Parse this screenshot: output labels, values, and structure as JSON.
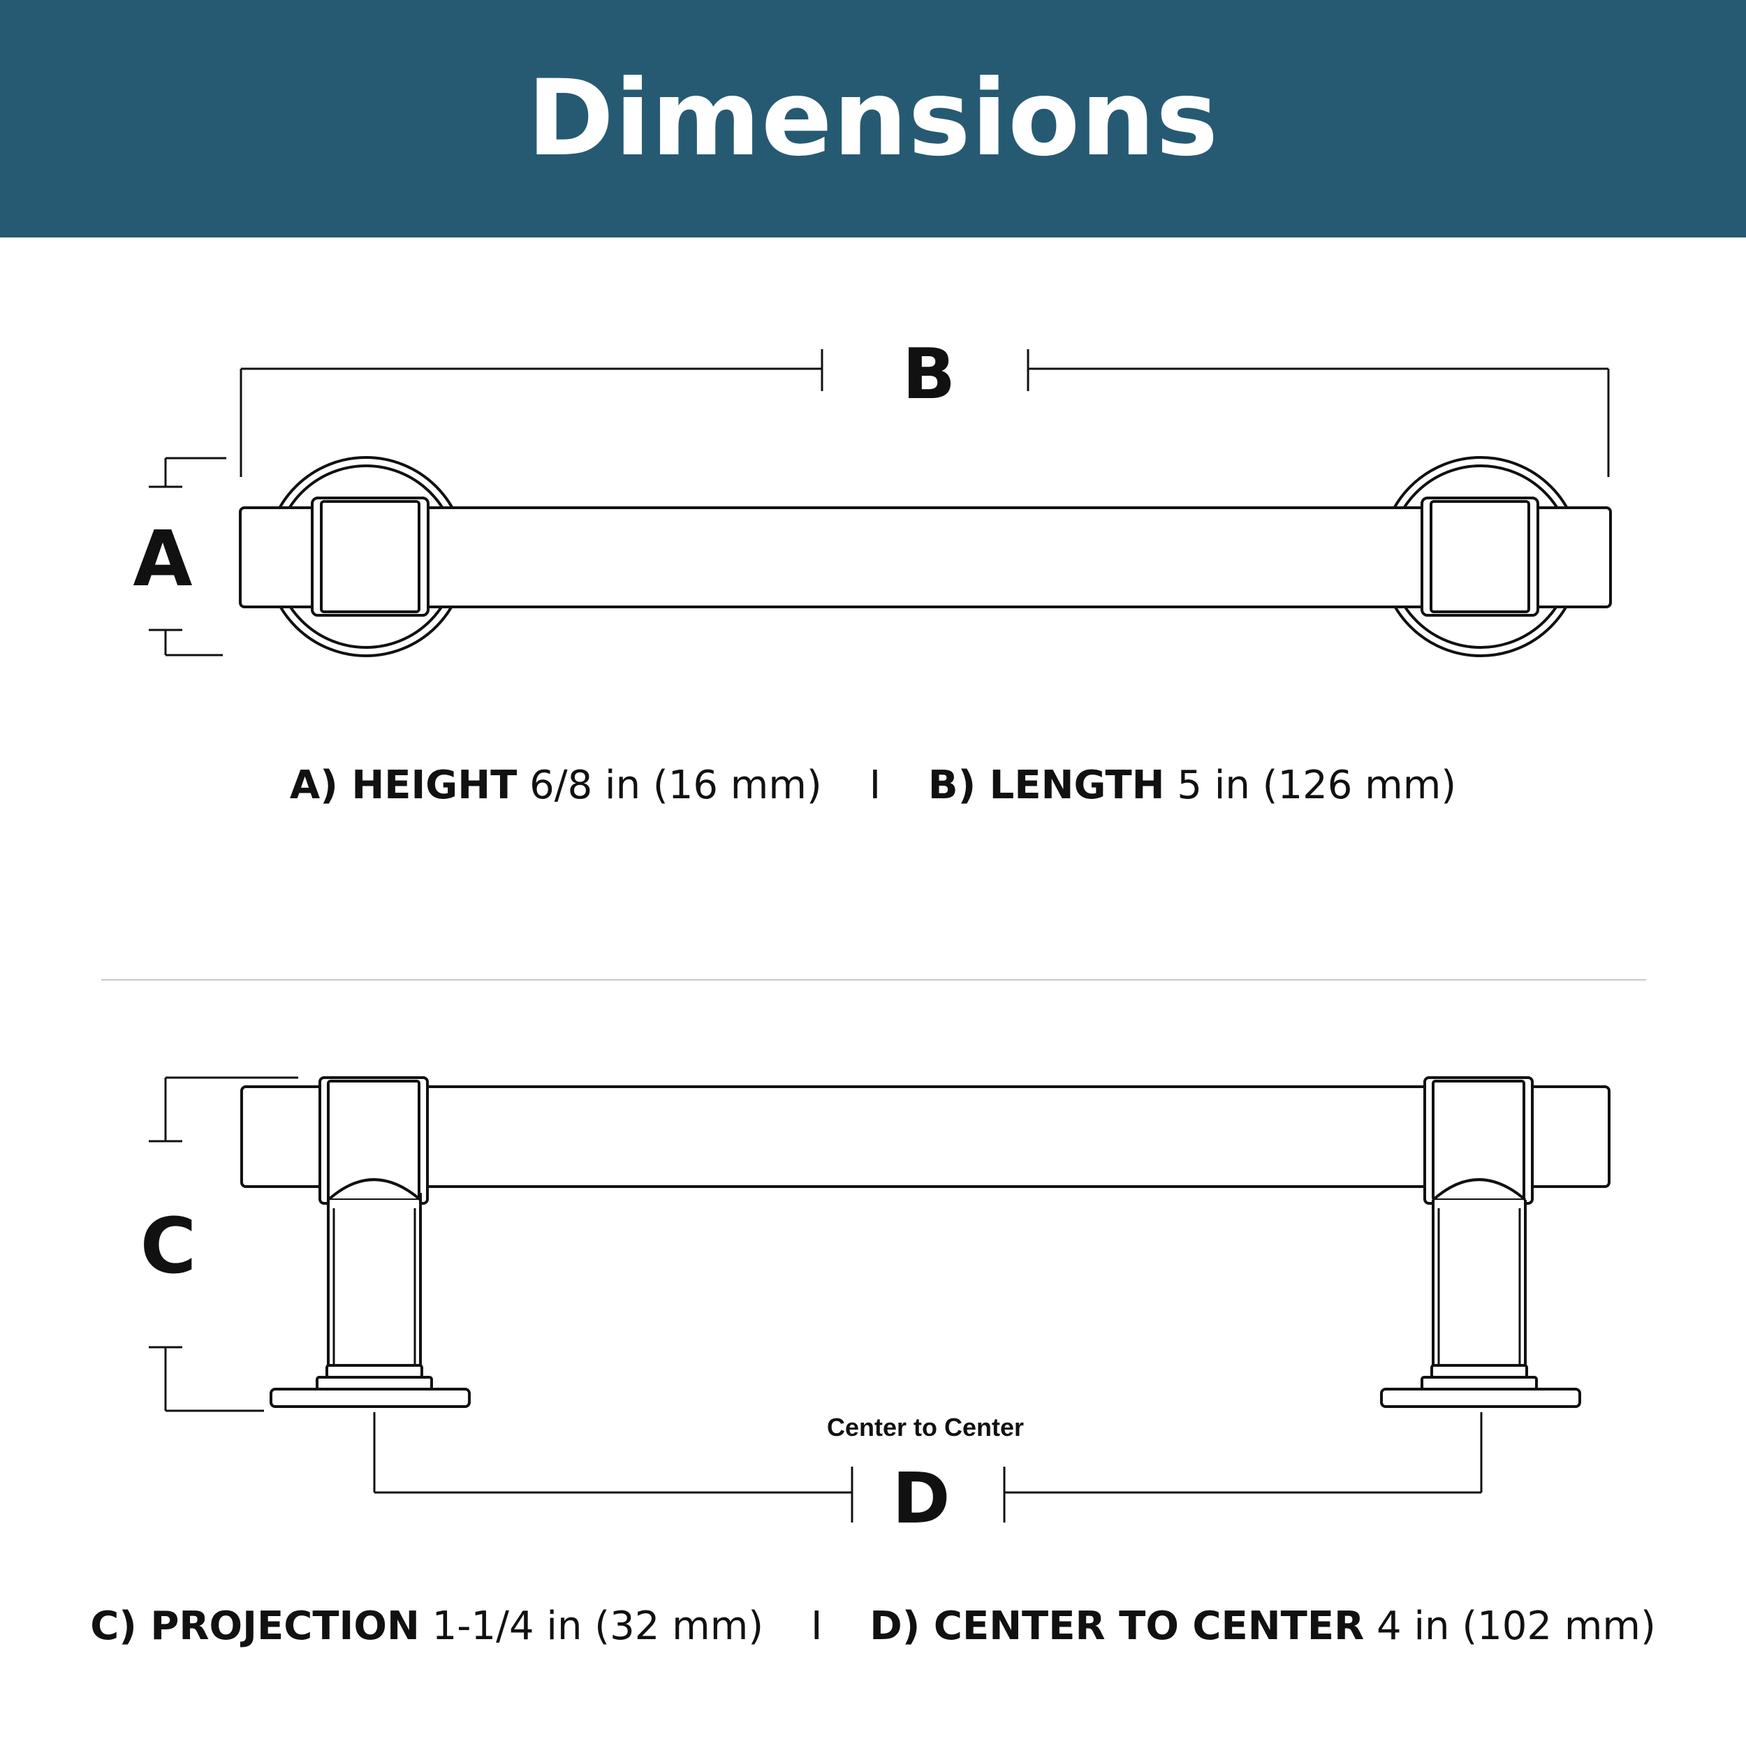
{
  "header": {
    "title": "Dimensions",
    "background": "#265a73"
  },
  "top_view": {
    "label_a": "A",
    "label_b": "B",
    "caption": {
      "a_key": "A) HEIGHT",
      "a_value": "6/8 in (16 mm)",
      "separator": "I",
      "b_key": "B) LENGTH",
      "b_value": "5 in (126 mm)"
    }
  },
  "side_view": {
    "label_c": "C",
    "label_d": "D",
    "d_note": "Center to Center",
    "caption": {
      "c_key": "C) PROJECTION",
      "c_value": "1-1/4 in (32 mm)",
      "separator": "I",
      "d_key": "D) CENTER TO CENTER",
      "d_value": "4 in (102 mm)"
    }
  }
}
